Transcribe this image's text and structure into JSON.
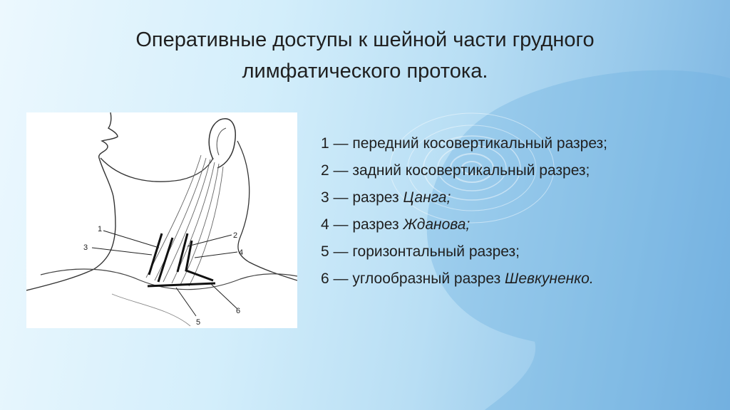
{
  "title": {
    "line1": "Оперативные доступы к шейной части грудного",
    "line2": "лимфатического протока."
  },
  "figure": {
    "labels": [
      "1",
      "2",
      "3",
      "4",
      "5",
      "6"
    ]
  },
  "legend": [
    {
      "text": "1 — передний косовертикальный разрез;",
      "italic": ""
    },
    {
      "text": "2 — задний косовертикальный разрез;",
      "italic": ""
    },
    {
      "text": "3 — разрез ",
      "italic": "Цанга;"
    },
    {
      "text": "4 — разрез ",
      "italic": "Жданова;"
    },
    {
      "text": "5 — горизонтальный разрез;",
      "italic": ""
    },
    {
      "text": "6 — углообразный разрез ",
      "italic": "Шевкуненко."
    }
  ]
}
